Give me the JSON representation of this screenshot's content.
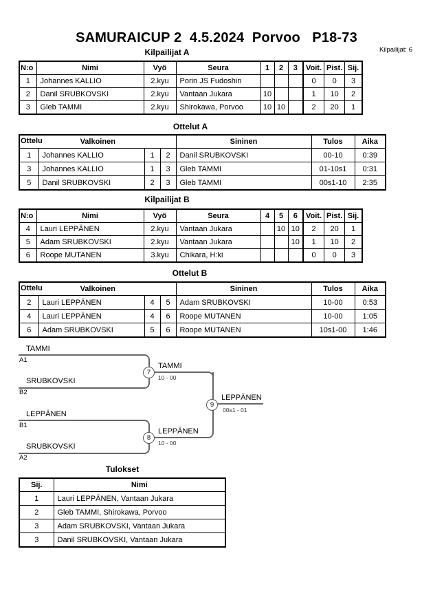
{
  "header": {
    "title": "SAMURAICUP 2  4.5.2024  Porvoo   P18-73",
    "participants": "Kilpailijat: 6"
  },
  "kilpailijat_a": {
    "title": "Kilpailijat A",
    "headers": {
      "no": "N:o",
      "nimi": "Nimi",
      "vyo": "Vyö",
      "seura": "Seura",
      "m1": "1",
      "m2": "2",
      "m3": "3",
      "voit": "Voit.",
      "pist": "Pist.",
      "sij": "Sij."
    },
    "rows": [
      {
        "no": "1",
        "nimi": "Johannes KALLIO",
        "vyo": "2.kyu",
        "seura": "Porin JS Fudoshin",
        "m1": "",
        "m2": "",
        "m3": "",
        "voit": "0",
        "pist": "0",
        "sij": "3"
      },
      {
        "no": "2",
        "nimi": "Danil SRUBKOVSKI",
        "vyo": "2.kyu",
        "seura": "Vantaan Jukara",
        "m1": "10",
        "m2": "",
        "m3": "",
        "voit": "1",
        "pist": "10",
        "sij": "2"
      },
      {
        "no": "3",
        "nimi": "Gleb TAMMI",
        "vyo": "2.kyu",
        "seura": "Shirokawa, Porvoo",
        "m1": "10",
        "m2": "10",
        "m3": "",
        "voit": "2",
        "pist": "20",
        "sij": "1"
      }
    ]
  },
  "ottelut_a": {
    "title": "Ottelut A",
    "headers": {
      "ottelu": "Ottelu",
      "valkoinen": "Valkoinen",
      "sininen": "Sininen",
      "tulos": "Tulos",
      "aika": "Aika"
    },
    "rows": [
      {
        "no": "1",
        "valkoinen": "Johannes KALLIO",
        "w": "1",
        "b": "2",
        "sininen": "Danil SRUBKOVSKI",
        "tulos": "00-10",
        "aika": "0:39"
      },
      {
        "no": "3",
        "valkoinen": "Johannes KALLIO",
        "w": "1",
        "b": "3",
        "sininen": "Gleb TAMMI",
        "tulos": "01-10s1",
        "aika": "0:31"
      },
      {
        "no": "5",
        "valkoinen": "Danil SRUBKOVSKI",
        "w": "2",
        "b": "3",
        "sininen": "Gleb TAMMI",
        "tulos": "00s1-10",
        "aika": "2:35"
      }
    ]
  },
  "kilpailijat_b": {
    "title": "Kilpailijat B",
    "headers": {
      "no": "N:o",
      "nimi": "Nimi",
      "vyo": "Vyö",
      "seura": "Seura",
      "m1": "4",
      "m2": "5",
      "m3": "6",
      "voit": "Voit.",
      "pist": "Pist.",
      "sij": "Sij."
    },
    "rows": [
      {
        "no": "4",
        "nimi": "Lauri LEPPÄNEN",
        "vyo": "2.kyu",
        "seura": "Vantaan Jukara",
        "m1": "",
        "m2": "10",
        "m3": "10",
        "voit": "2",
        "pist": "20",
        "sij": "1"
      },
      {
        "no": "5",
        "nimi": "Adam SRUBKOVSKI",
        "vyo": "2.kyu",
        "seura": "Vantaan Jukara",
        "m1": "",
        "m2": "",
        "m3": "10",
        "voit": "1",
        "pist": "10",
        "sij": "2"
      },
      {
        "no": "6",
        "nimi": "Roope MUTANEN",
        "vyo": "3.kyu",
        "seura": "Chikara, H:ki",
        "m1": "",
        "m2": "",
        "m3": "",
        "voit": "0",
        "pist": "0",
        "sij": "3"
      }
    ]
  },
  "ottelut_b": {
    "title": "Ottelut B",
    "headers": {
      "ottelu": "Ottelu",
      "valkoinen": "Valkoinen",
      "sininen": "Sininen",
      "tulos": "Tulos",
      "aika": "Aika"
    },
    "rows": [
      {
        "no": "2",
        "valkoinen": "Lauri LEPPÄNEN",
        "w": "4",
        "b": "5",
        "sininen": "Adam SRUBKOVSKI",
        "tulos": "10-00",
        "aika": "0:53"
      },
      {
        "no": "4",
        "valkoinen": "Lauri LEPPÄNEN",
        "w": "4",
        "b": "6",
        "sininen": "Roope MUTANEN",
        "tulos": "10-00",
        "aika": "1:05"
      },
      {
        "no": "6",
        "valkoinen": "Adam SRUBKOVSKI",
        "w": "5",
        "b": "6",
        "sininen": "Roope MUTANEN",
        "tulos": "10s1-00",
        "aika": "1:46"
      }
    ]
  },
  "bracket": {
    "slots": [
      {
        "name": "TAMMI",
        "seed": "A1"
      },
      {
        "name": "SRUBKOVSKI",
        "seed": "B2"
      },
      {
        "name": "LEPPÄNEN",
        "seed": "B1"
      },
      {
        "name": "SRUBKOVSKI",
        "seed": "A2"
      }
    ],
    "matches": [
      {
        "no": "7",
        "winner": "TAMMI",
        "score": "10 - 00"
      },
      {
        "no": "8",
        "winner": "LEPPÄNEN",
        "score": "10 - 00"
      },
      {
        "no": "9",
        "winner": "LEPPÄNEN",
        "score": "00s1 - 01"
      }
    ]
  },
  "tulokset": {
    "title": "Tulokset",
    "headers": {
      "sij": "Sij.",
      "nimi": "Nimi"
    },
    "rows": [
      {
        "sij": "1",
        "nimi": "Lauri LEPPÄNEN, Vantaan Jukara"
      },
      {
        "sij": "2",
        "nimi": "Gleb TAMMI, Shirokawa, Porvoo"
      },
      {
        "sij": "3",
        "nimi": "Adam SRUBKOVSKI, Vantaan Jukara"
      },
      {
        "sij": "3",
        "nimi": "Danil SRUBKOVSKI, Vantaan Jukara"
      }
    ]
  }
}
